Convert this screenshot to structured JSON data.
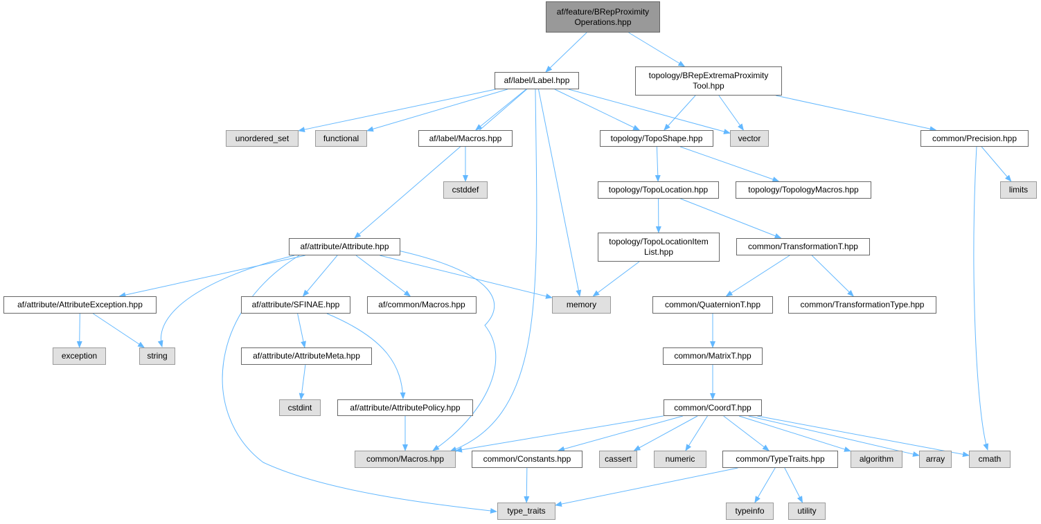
{
  "graph": {
    "title": "af/feature/BRepProximityOperations.hpp include dependency graph",
    "colors": {
      "edge": "#63b8ff",
      "root_fill": "#999999",
      "external_fill": "#e0e0e0",
      "file_fill": "#ffffff"
    },
    "nodes": [
      {
        "id": "root",
        "label": "af/feature/BRepProximity\nOperations.hpp",
        "kind": "root"
      },
      {
        "id": "label",
        "label": "af/label/Label.hpp",
        "kind": "file"
      },
      {
        "id": "brepTool",
        "label": "topology/BRepExtremaProximity\nTool.hpp",
        "kind": "file"
      },
      {
        "id": "unordered_set",
        "label": "unordered_set",
        "kind": "external"
      },
      {
        "id": "functional",
        "label": "functional",
        "kind": "external"
      },
      {
        "id": "labelMacros",
        "label": "af/label/Macros.hpp",
        "kind": "file"
      },
      {
        "id": "topoShape",
        "label": "topology/TopoShape.hpp",
        "kind": "file"
      },
      {
        "id": "vector",
        "label": "vector",
        "kind": "external"
      },
      {
        "id": "precision",
        "label": "common/Precision.hpp",
        "kind": "file"
      },
      {
        "id": "cstddef",
        "label": "cstddef",
        "kind": "external"
      },
      {
        "id": "topoLocation",
        "label": "topology/TopoLocation.hpp",
        "kind": "file"
      },
      {
        "id": "topologyMacros",
        "label": "topology/TopologyMacros.hpp",
        "kind": "file"
      },
      {
        "id": "limits",
        "label": "limits",
        "kind": "external"
      },
      {
        "id": "topoLocationItemList",
        "label": "topology/TopoLocationItem\nList.hpp",
        "kind": "file"
      },
      {
        "id": "attribute",
        "label": "af/attribute/Attribute.hpp",
        "kind": "file"
      },
      {
        "id": "transformationT",
        "label": "common/TransformationT.hpp",
        "kind": "file"
      },
      {
        "id": "attributeException",
        "label": "af/attribute/AttributeException.hpp",
        "kind": "file"
      },
      {
        "id": "sfinae",
        "label": "af/attribute/SFINAE.hpp",
        "kind": "file"
      },
      {
        "id": "afCommonMacros",
        "label": "af/common/Macros.hpp",
        "kind": "file"
      },
      {
        "id": "memory",
        "label": "memory",
        "kind": "external"
      },
      {
        "id": "quaternionT",
        "label": "common/QuaternionT.hpp",
        "kind": "file"
      },
      {
        "id": "transformationType",
        "label": "common/TransformationType.hpp",
        "kind": "file"
      },
      {
        "id": "exception",
        "label": "exception",
        "kind": "external"
      },
      {
        "id": "string",
        "label": "string",
        "kind": "external"
      },
      {
        "id": "attributeMeta",
        "label": "af/attribute/AttributeMeta.hpp",
        "kind": "file"
      },
      {
        "id": "matrixT",
        "label": "common/MatrixT.hpp",
        "kind": "file"
      },
      {
        "id": "cstdint",
        "label": "cstdint",
        "kind": "external"
      },
      {
        "id": "attributePolicy",
        "label": "af/attribute/AttributePolicy.hpp",
        "kind": "file"
      },
      {
        "id": "coordT",
        "label": "common/CoordT.hpp",
        "kind": "file"
      },
      {
        "id": "commonMacros",
        "label": "common/Macros.hpp",
        "kind": "external"
      },
      {
        "id": "constants",
        "label": "common/Constants.hpp",
        "kind": "file"
      },
      {
        "id": "cassert",
        "label": "cassert",
        "kind": "external"
      },
      {
        "id": "numeric",
        "label": "numeric",
        "kind": "external"
      },
      {
        "id": "typeTraits",
        "label": "common/TypeTraits.hpp",
        "kind": "file"
      },
      {
        "id": "algorithm",
        "label": "algorithm",
        "kind": "external"
      },
      {
        "id": "array",
        "label": "array",
        "kind": "external"
      },
      {
        "id": "cmath",
        "label": "cmath",
        "kind": "external"
      },
      {
        "id": "type_traits",
        "label": "type_traits",
        "kind": "external"
      },
      {
        "id": "typeinfo",
        "label": "typeinfo",
        "kind": "external"
      },
      {
        "id": "utility",
        "label": "utility",
        "kind": "external"
      }
    ],
    "edges": [
      [
        "root",
        "label"
      ],
      [
        "root",
        "brepTool"
      ],
      [
        "label",
        "unordered_set"
      ],
      [
        "label",
        "functional"
      ],
      [
        "label",
        "labelMacros"
      ],
      [
        "label",
        "attribute"
      ],
      [
        "label",
        "commonMacros"
      ],
      [
        "label",
        "memory"
      ],
      [
        "label",
        "topoShape"
      ],
      [
        "label",
        "vector"
      ],
      [
        "brepTool",
        "topoShape"
      ],
      [
        "brepTool",
        "vector"
      ],
      [
        "brepTool",
        "precision"
      ],
      [
        "labelMacros",
        "cstddef"
      ],
      [
        "topoShape",
        "topoLocation"
      ],
      [
        "topoShape",
        "topologyMacros"
      ],
      [
        "precision",
        "limits"
      ],
      [
        "precision",
        "cmath"
      ],
      [
        "topoLocation",
        "topoLocationItemList"
      ],
      [
        "topoLocation",
        "transformationT"
      ],
      [
        "topoLocationItemList",
        "memory"
      ],
      [
        "attribute",
        "attributeException"
      ],
      [
        "attribute",
        "string"
      ],
      [
        "attribute",
        "sfinae"
      ],
      [
        "attribute",
        "afCommonMacros"
      ],
      [
        "attribute",
        "memory"
      ],
      [
        "attribute",
        "commonMacros"
      ],
      [
        "attribute",
        "type_traits"
      ],
      [
        "transformationT",
        "quaternionT"
      ],
      [
        "transformationT",
        "transformationType"
      ],
      [
        "attributeException",
        "exception"
      ],
      [
        "attributeException",
        "string"
      ],
      [
        "sfinae",
        "attributeMeta"
      ],
      [
        "sfinae",
        "attributePolicy"
      ],
      [
        "attributeMeta",
        "cstdint"
      ],
      [
        "attributePolicy",
        "commonMacros"
      ],
      [
        "quaternionT",
        "matrixT"
      ],
      [
        "matrixT",
        "coordT"
      ],
      [
        "coordT",
        "commonMacros"
      ],
      [
        "coordT",
        "constants"
      ],
      [
        "coordT",
        "cassert"
      ],
      [
        "coordT",
        "numeric"
      ],
      [
        "coordT",
        "typeTraits"
      ],
      [
        "coordT",
        "algorithm"
      ],
      [
        "coordT",
        "array"
      ],
      [
        "coordT",
        "cmath"
      ],
      [
        "constants",
        "type_traits"
      ],
      [
        "typeTraits",
        "type_traits"
      ],
      [
        "typeTraits",
        "typeinfo"
      ],
      [
        "typeTraits",
        "utility"
      ]
    ]
  }
}
